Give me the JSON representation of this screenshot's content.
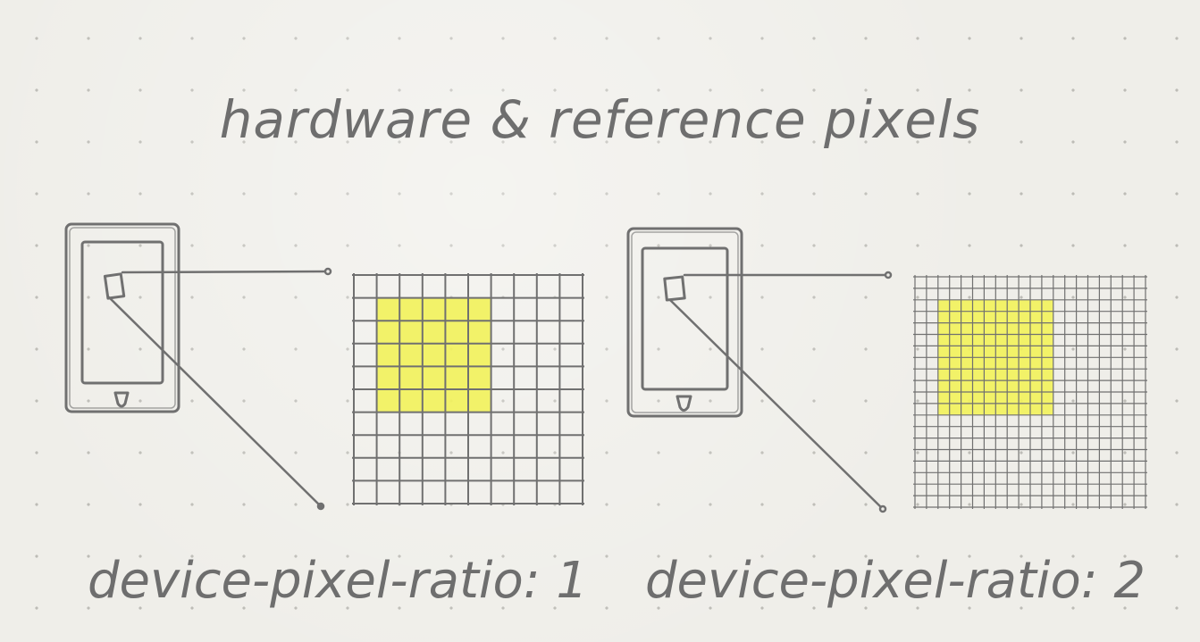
{
  "title": "hardware & reference pixels",
  "panels": [
    {
      "caption": "device-pixel-ratio: 1",
      "grid_divisions": 10,
      "highlight_cells": 5
    },
    {
      "caption": "device-pixel-ratio: 2",
      "grid_divisions": 20,
      "highlight_cells": 10
    }
  ],
  "colors": {
    "paper": "#efeee9",
    "ink": "#6e6e6e",
    "grid": "#707070",
    "highlight": "#f2f25a"
  }
}
